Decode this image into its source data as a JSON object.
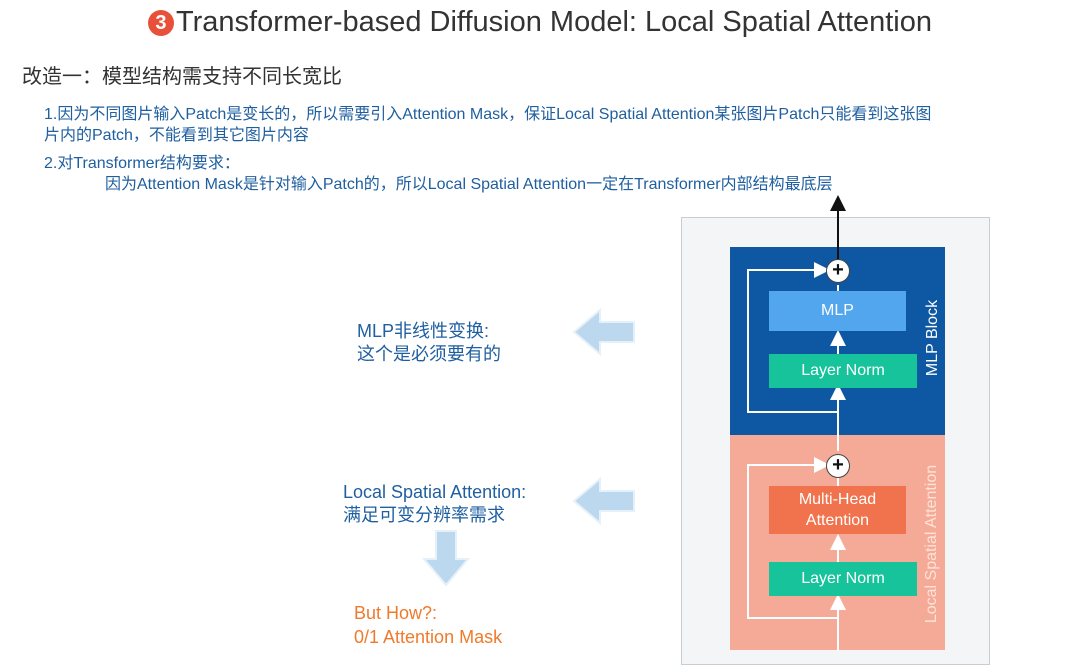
{
  "header": {
    "number_badge": "3",
    "title": "Transformer-based Diffusion Model: Local Spatial Attention"
  },
  "subtitle": "改造一：模型结构需支持不同长宽比",
  "notes": {
    "item1_line1": "1.因为不同图片输入Patch是变长的，所以需要引入Attention Mask，保证Local Spatial Attention某张图片Patch只能看到这张图",
    "item1_line2": "片内的Patch，不能看到其它图片内容",
    "item2_line1": "2.对Transformer结构要求：",
    "item2_line2": "因为Attention Mask是针对输入Patch的，所以Local Spatial Attention一定在Transformer内部结构最底层"
  },
  "captions": {
    "mlp_line1": "MLP非线性变换:",
    "mlp_line2": "这个是必须要有的",
    "attn_line1": "Local Spatial Attention:",
    "attn_line2": "满足可变分辨率需求",
    "how_line1": "But How?:",
    "how_line2": "0/1 Attention Mask"
  },
  "diagram": {
    "mlp_block_label": "MLP Block",
    "attn_block_label": "Local Spatial Attention",
    "mlp_box": "MLP",
    "layer_norm_top": "Layer Norm",
    "mha_line1": "Multi-Head",
    "mha_line2": "Attention",
    "layer_norm_bottom": "Layer Norm",
    "plus_symbol": "+"
  },
  "colors": {
    "title_badge": "#e8503a",
    "text_blue": "#1f5fa0",
    "text_orange": "#ef7a2b",
    "mlp_block": "#0d57a3",
    "attn_block": "#f4aa96",
    "mlp_box": "#52a6ee",
    "layer_norm": "#16c39b",
    "mha_box": "#f0734e",
    "fat_arrow": "#b9d6ee"
  },
  "icons": {
    "left_arrow": "fat-left-arrow-icon",
    "down_arrow": "fat-down-arrow-icon",
    "plus": "plus-circle-icon"
  }
}
